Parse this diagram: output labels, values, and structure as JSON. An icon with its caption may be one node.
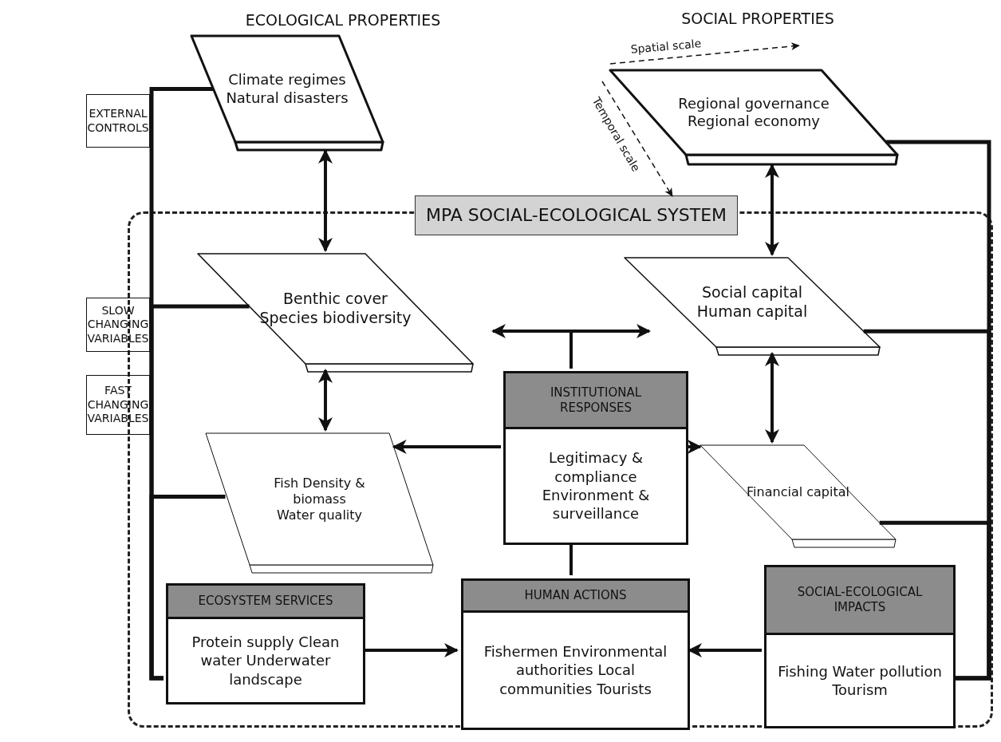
{
  "diagram": {
    "nodes": [
      {
        "text": [
          "EXTERNAL CONTROLS"
        ]
      },
      {
        "text": [
          "Climate regimes",
          "Natural disasters"
        ]
      },
      {
        "text": [
          "Regional governance",
          "Regional economy"
        ]
      },
      {
        "text": [
          "MPA SOCIAL-ECOLOGICAL SYSTEM"
        ]
      },
      {
        "text": [
          "SLOW CHANGING VARIABLES"
        ]
      },
      {
        "text": [
          "Benthic cover",
          "Species biodiversity"
        ],
        "in": 3
      },
      {
        "text": [
          "Social capital",
          "Human capital"
        ],
        "in": 3
      },
      {
        "text": [
          "FAST CHANGING VARIABLES"
        ]
      },
      {
        "text": [
          "INSTITUTIONAL RESPONSES",
          "Legitimacy & compliance Environment & surveillance"
        ],
        "in": 3
      },
      {
        "text": [
          "Fish Density & biomass",
          "Water quality"
        ],
        "in": 3
      },
      {
        "text": [
          "Financial capital"
        ],
        "in": 3
      },
      {
        "text": [
          "ECOSYSTEM SERVICES",
          "Protein supply Clean water Underwater landscape"
        ],
        "in": 3
      },
      {
        "text": [
          "HUMAN ACTIONS",
          "Fishermen Environmental authorities Local communities Tourists"
        ],
        "in": 3
      },
      {
        "text": [
          "SOCIAL-ECOLOGICAL IMPACTS",
          "Fishing Water pollution Tourism"
        ],
        "in": 3
      }
    ],
    "edges": [
      {
        "from": 1,
        "to": 5,
        "arrow": "both"
      },
      {
        "from": 2,
        "to": 6,
        "arrow": "both"
      },
      {
        "from": 5,
        "to": 9,
        "arrow": "both"
      },
      {
        "from": 6,
        "to": 10,
        "arrow": "both"
      },
      {
        "from": 8,
        "to": null,
        "arrow": "to"
      },
      {
        "from": 8,
        "to": null,
        "arrow": "to"
      },
      {
        "from": 8,
        "to": 9,
        "arrow": "to"
      },
      {
        "from": 8,
        "to": 10,
        "arrow": "to"
      },
      {
        "from": 8,
        "to": 12,
        "arrow": "none"
      },
      {
        "from": 11,
        "to": 12,
        "arrow": "to"
      },
      {
        "from": 13,
        "to": 12,
        "arrow": "to"
      },
      {
        "from": 1,
        "to": 11,
        "arrow": "none"
      },
      {
        "from": 5,
        "to": 11,
        "arrow": "none"
      },
      {
        "from": 9,
        "to": 11,
        "arrow": "none"
      },
      {
        "from": 2,
        "to": 13,
        "arrow": "none"
      },
      {
        "from": 6,
        "to": 13,
        "arrow": "none"
      },
      {
        "from": 10,
        "to": 13,
        "arrow": "none"
      }
    ],
    "labels": [
      "ECOLOGICAL PROPERTIES",
      "SOCIAL PROPERTIES",
      "Spatial scale",
      "Temporal scale"
    ]
  }
}
